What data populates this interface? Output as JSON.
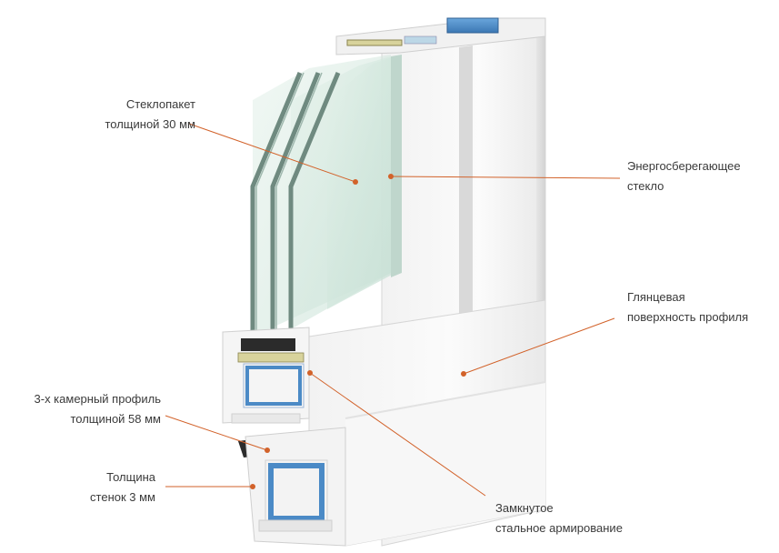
{
  "colors": {
    "leader_line": "#d2622a",
    "text": "#3a3a3a",
    "glass": "#cfe6dc",
    "glass_edge": "#6f8a80",
    "reinforcement": "#4b8ac6",
    "profile": "#f4f4f4"
  },
  "callouts": [
    {
      "id": "double-glazing",
      "lines": [
        "Стеклопакет",
        "толщиной 30 мм"
      ]
    },
    {
      "id": "energy-glass",
      "lines": [
        "Энергосберегающее",
        "стекло"
      ]
    },
    {
      "id": "glossy-surface",
      "lines": [
        "Глянцевая",
        "поверхность  профиля"
      ]
    },
    {
      "id": "three-chamber",
      "lines": [
        "3-х камерный профиль",
        "толщиной 58 мм"
      ]
    },
    {
      "id": "wall-thickness",
      "lines": [
        "Толщина",
        "стенок 3 мм"
      ]
    },
    {
      "id": "steel-reinforcement",
      "lines": [
        "Замкнутое",
        "стальное армирование"
      ]
    }
  ]
}
